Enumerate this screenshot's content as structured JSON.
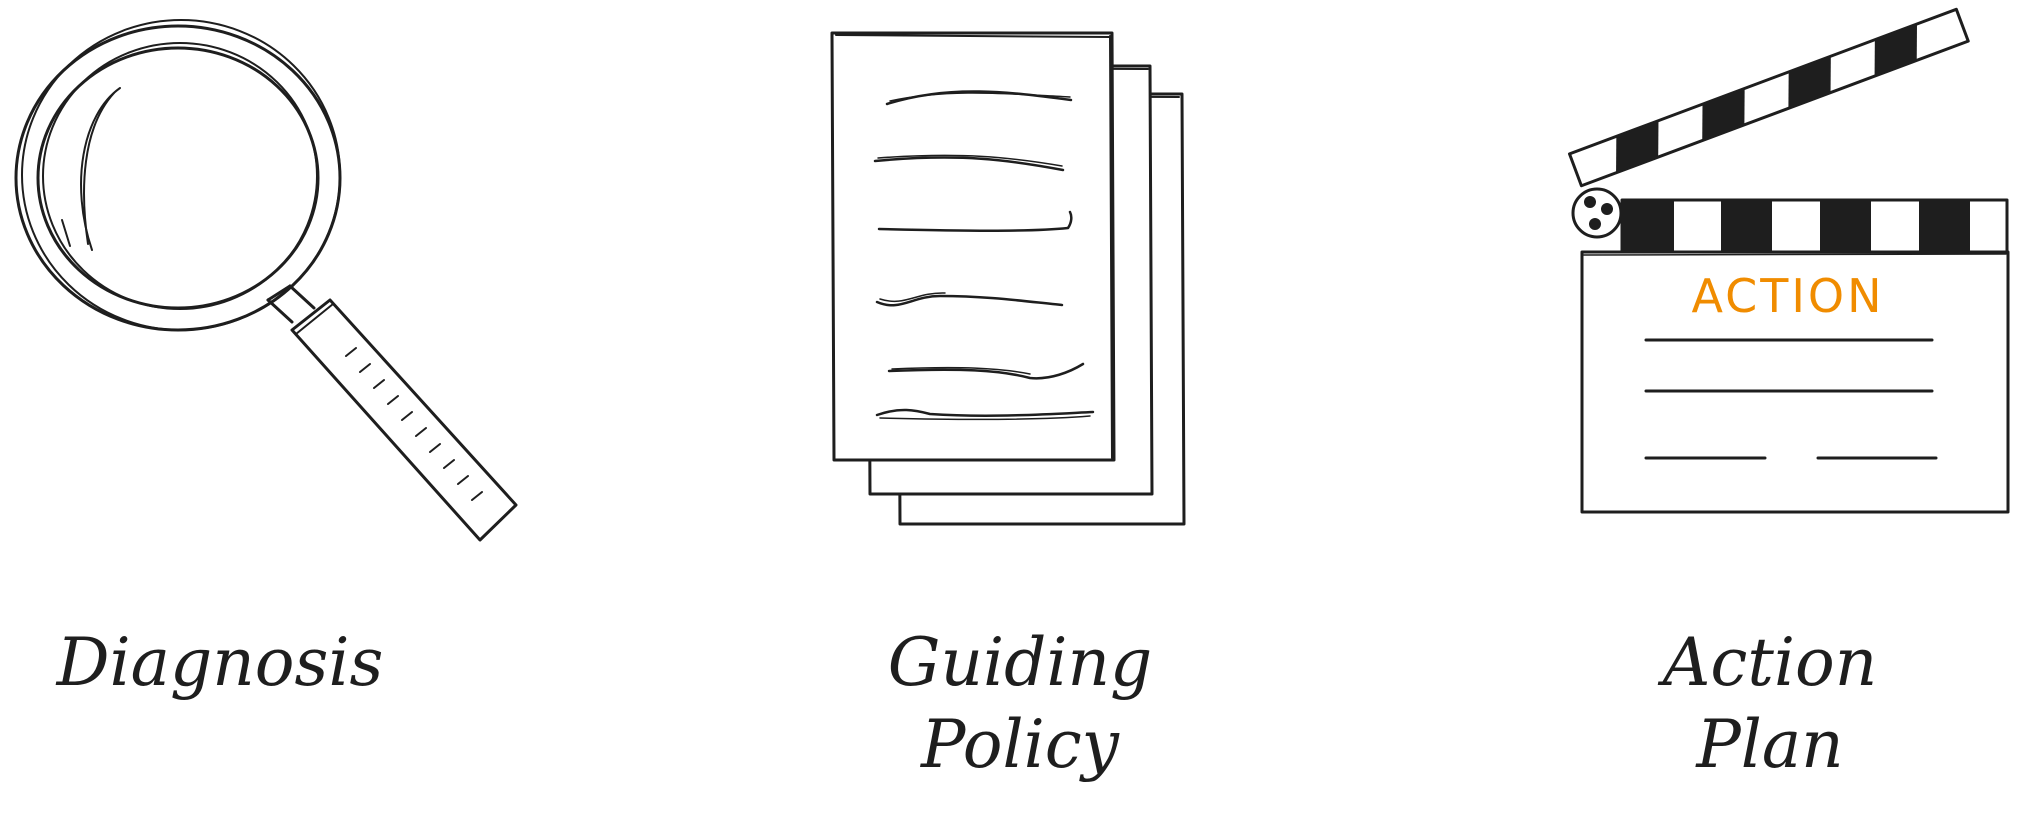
{
  "colors": {
    "ink": "#1e1e1e",
    "accent": "#f08c00",
    "background": "#ffffff"
  },
  "items": [
    {
      "icon": "magnifying-glass-icon",
      "label_lines": [
        "Diagnosis"
      ]
    },
    {
      "icon": "document-stack-icon",
      "label_lines": [
        "Guiding",
        "Policy"
      ]
    },
    {
      "icon": "clapperboard-icon",
      "label_lines": [
        "Action",
        "Plan"
      ],
      "board_text": "ACTION"
    }
  ]
}
